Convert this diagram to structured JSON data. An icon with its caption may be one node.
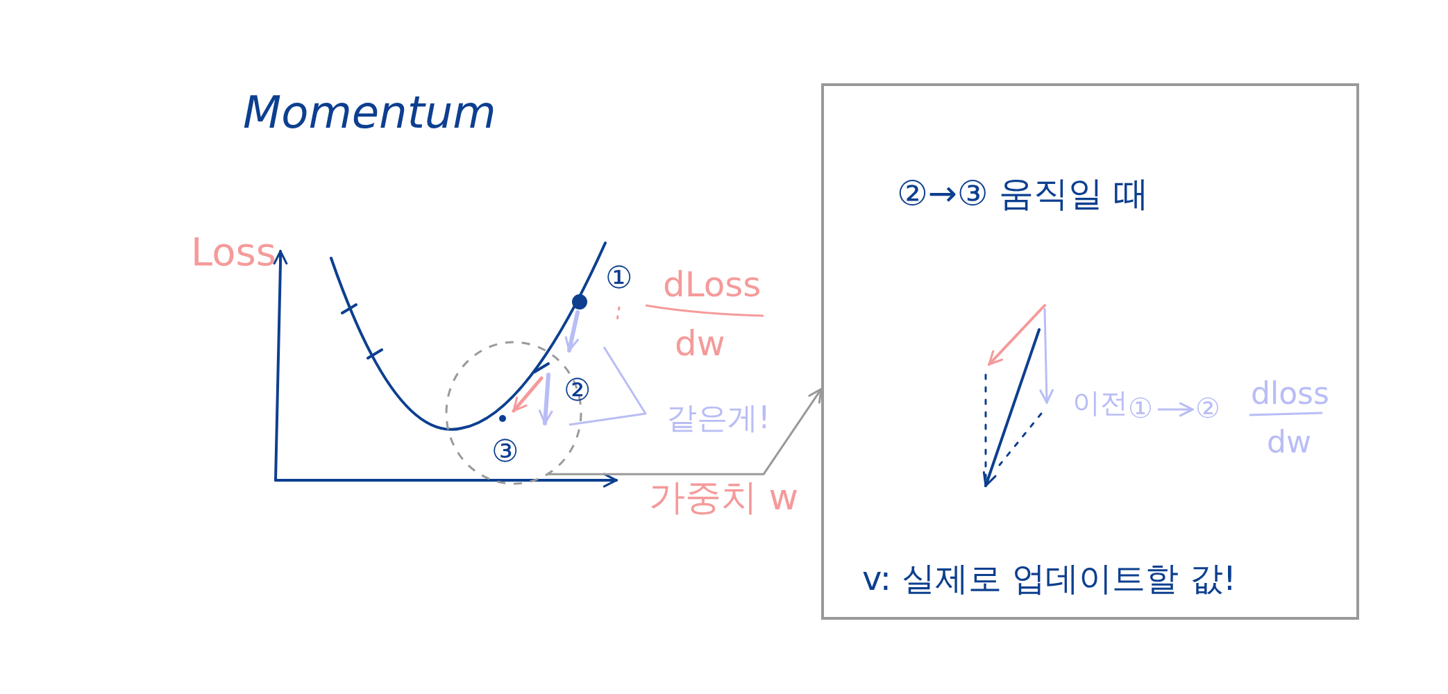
{
  "diagram": {
    "title": "Momentum",
    "nodes": [
      {
        "text": [],
        "shape": "circle"
      },
      {
        "text": [
          "②→③ 움직일 때",
          "v: 실제로 업데이트할 값!"
        ]
      }
    ],
    "edges": [
      {
        "from": 0,
        "to": 1,
        "arrow": "to",
        "color": "#999999"
      }
    ],
    "labels": [
      "Loss",
      "①",
      "dLoss",
      "dw",
      "②",
      "같은게!",
      "③",
      "가중치 w",
      "이전",
      "①",
      "②",
      "dloss",
      "dw"
    ]
  }
}
